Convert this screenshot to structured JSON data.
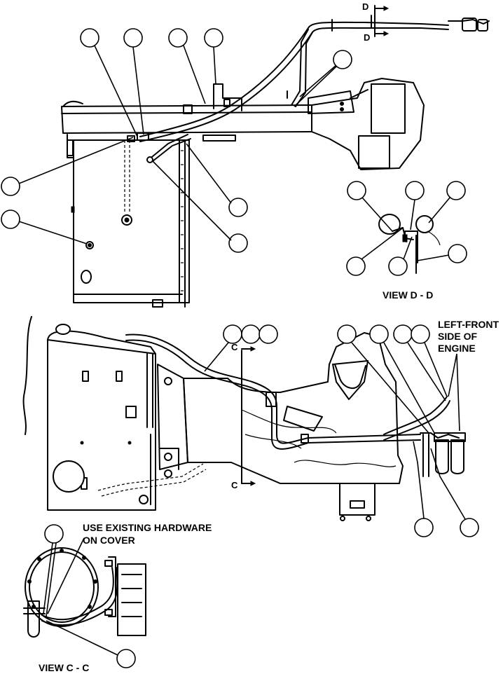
{
  "labels": {
    "view_dd": "VIEW D - D",
    "view_cc": "VIEW C - C",
    "left_front_1": "LEFT-FRONT",
    "left_front_2": "SIDE OF",
    "left_front_3": "ENGINE",
    "use_existing_1": "USE EXISTING HARDWARE",
    "use_existing_2": "ON COVER",
    "section_d": "D",
    "section_c": "C"
  },
  "colors": {
    "ink": "#000000",
    "paper": "#ffffff"
  }
}
